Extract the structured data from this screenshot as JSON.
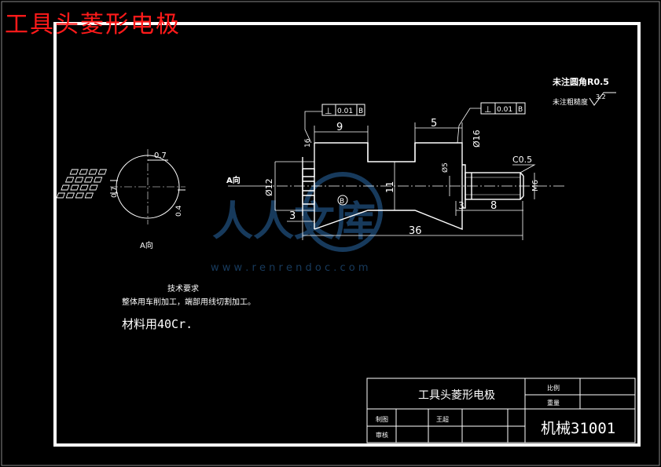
{
  "overlay_title": "工具头菱形电极",
  "notes": {
    "fillet": "未注圆角R0.5",
    "roughness_label": "未注粗糙度",
    "roughness_value": "3.2",
    "tech_title": "技术要求",
    "tech_body": "整体用车削加工，端部用线切割加工。",
    "material": "材料用40Cr."
  },
  "view_labels": {
    "a_view_side": "A向",
    "a_view_bottom": "A向"
  },
  "datum": "B",
  "tolerance_frames": [
    {
      "symbol": "⊥",
      "value": "0.01",
      "datum": "B"
    },
    {
      "symbol": "⊥",
      "value": "0.01",
      "datum": "B"
    }
  ],
  "dimensions": {
    "d_9": "9",
    "d_5": "5",
    "d_16a": "16",
    "d_16b": "Ø16",
    "d_12": "Ø12",
    "d_11": "11",
    "d_5b": "Ø5",
    "d_c05": "C0.5",
    "d_m6": "M6",
    "d_3a": "3",
    "d_3b": "3",
    "d_8": "8",
    "d_36": "36",
    "d_07a": "0.7",
    "d_07b": "0.7",
    "d_04": "0.4"
  },
  "title_block": {
    "part_name": "工具头菱形电极",
    "scale_label": "比例",
    "weight_label": "重量",
    "drawn_label": "制图",
    "drawn_by": "王超",
    "checked_label": "审核",
    "drawing_number": "机械31001"
  },
  "watermark": {
    "brand": "人人文库",
    "url": "w w w . r e n r e n d o c . c o m"
  }
}
